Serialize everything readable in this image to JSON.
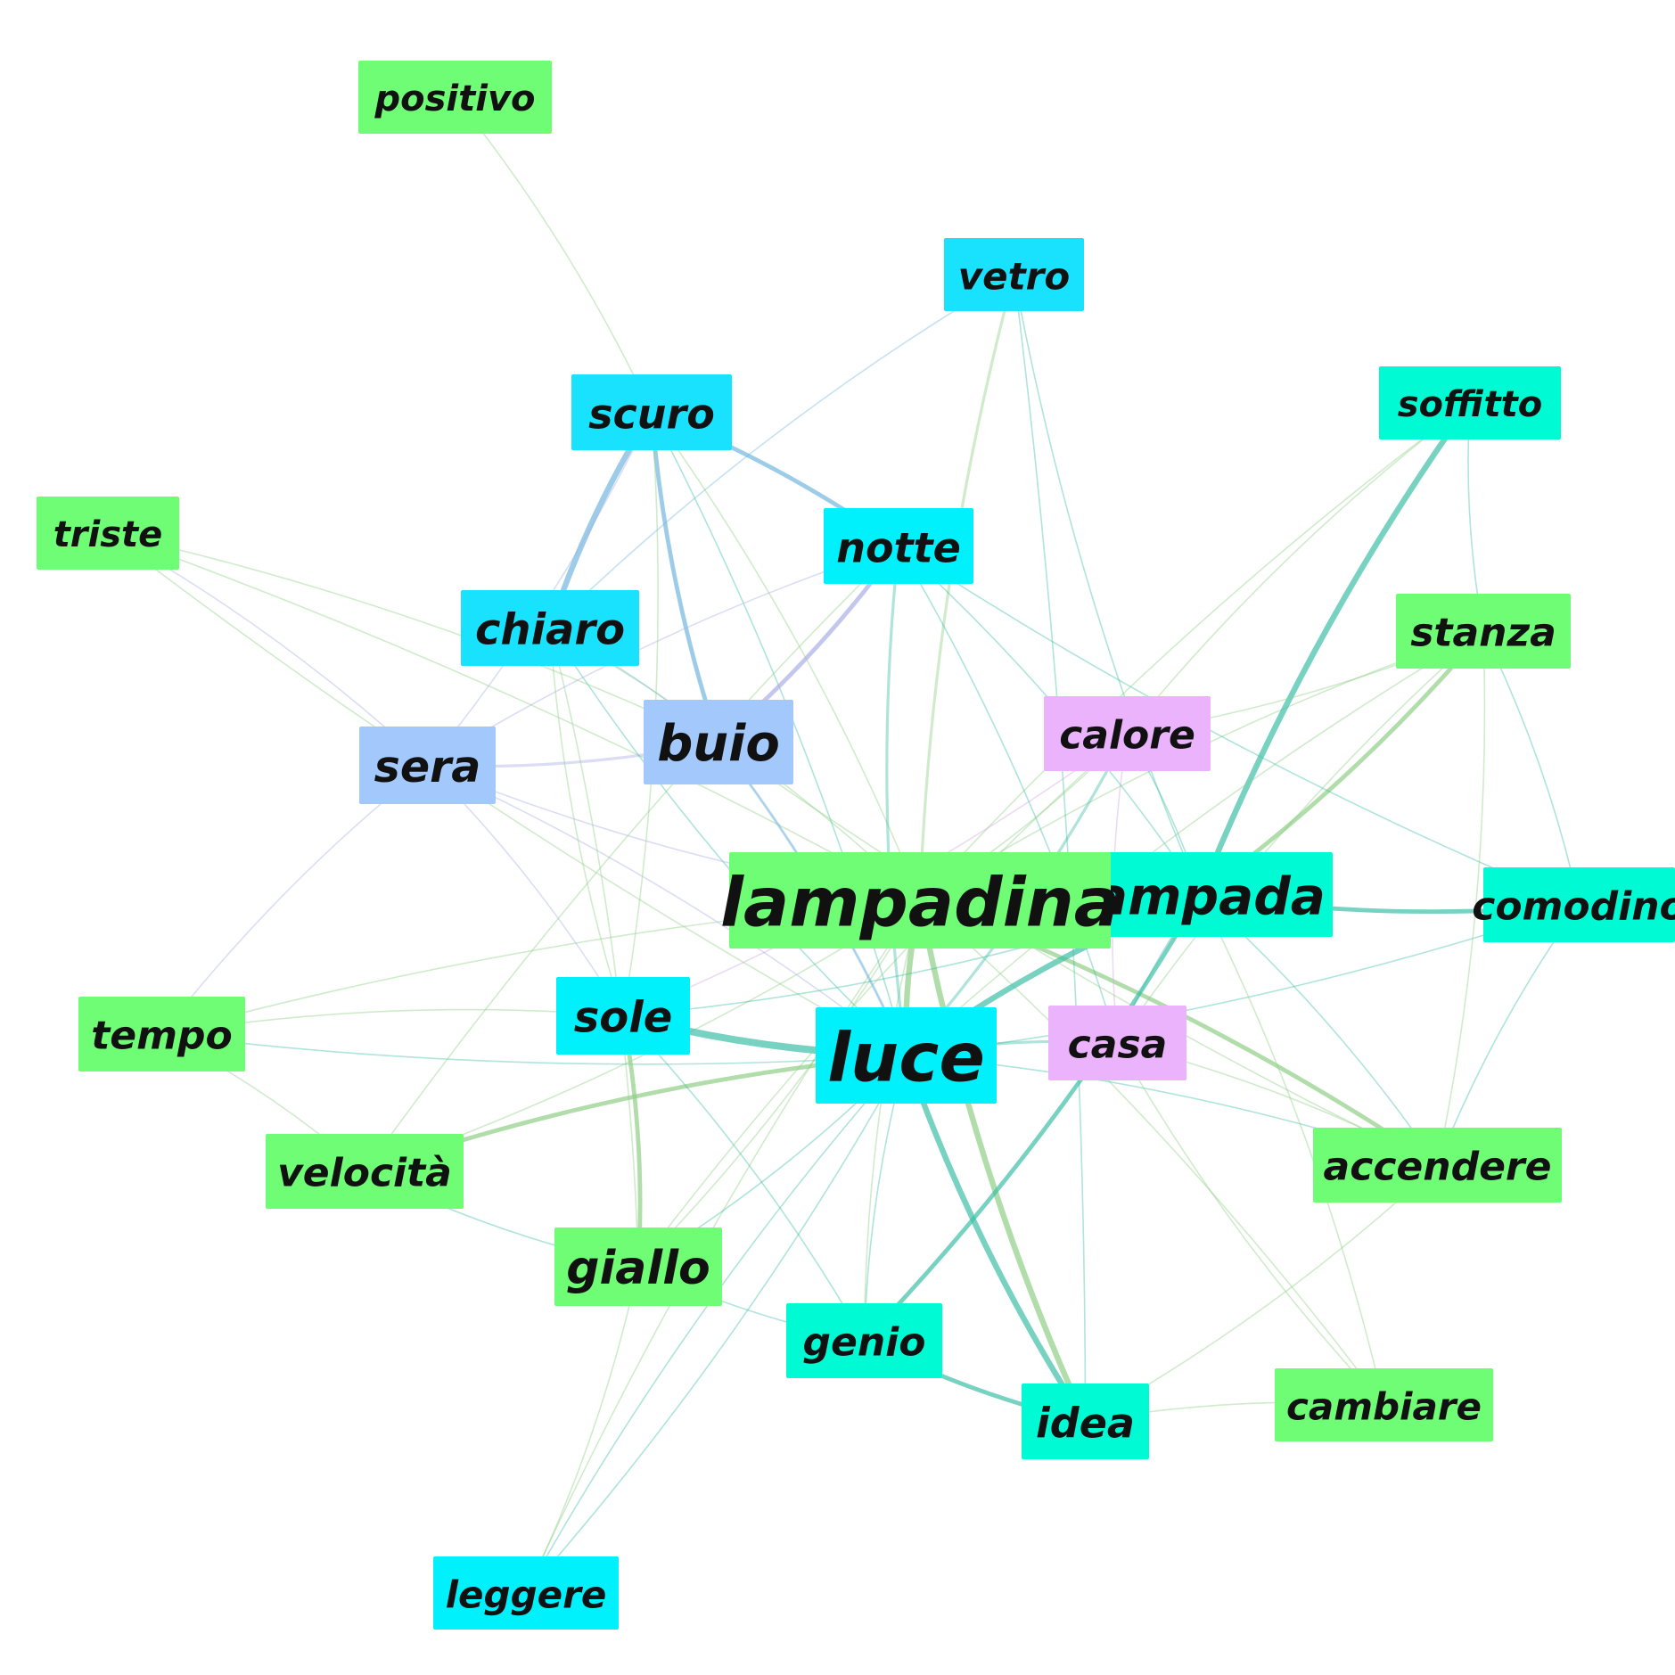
{
  "palette": {
    "green": "#6ffd76",
    "cyan": "#00f0fc",
    "sky": "#18e2fd",
    "teal": "#00fad4",
    "blue": "#a3c9fc",
    "pink": "#eab3fc",
    "edge_green": "#8fcf86",
    "edge_teal": "#3dbfa7",
    "edge_blue": "#74b7e0",
    "edge_violet": "#a9aee6",
    "edge_pink": "#cfa6df"
  },
  "nodes": [
    {
      "id": "lampadina",
      "label": "lampadina",
      "color": "green"
    },
    {
      "id": "luce",
      "label": "luce",
      "color": "cyan"
    },
    {
      "id": "lampada",
      "label": "lampada",
      "color": "teal"
    },
    {
      "id": "buio",
      "label": "buio",
      "color": "blue"
    },
    {
      "id": "sera",
      "label": "sera",
      "color": "blue"
    },
    {
      "id": "scuro",
      "label": "scuro",
      "color": "sky"
    },
    {
      "id": "chiaro",
      "label": "chiaro",
      "color": "sky"
    },
    {
      "id": "notte",
      "label": "notte",
      "color": "cyan"
    },
    {
      "id": "vetro",
      "label": "vetro",
      "color": "sky"
    },
    {
      "id": "positivo",
      "label": "positivo",
      "color": "green"
    },
    {
      "id": "triste",
      "label": "triste",
      "color": "green"
    },
    {
      "id": "soffitto",
      "label": "soffitto",
      "color": "teal"
    },
    {
      "id": "stanza",
      "label": "stanza",
      "color": "green"
    },
    {
      "id": "calore",
      "label": "calore",
      "color": "pink"
    },
    {
      "id": "casa",
      "label": "casa",
      "color": "pink"
    },
    {
      "id": "comodino",
      "label": "comodino",
      "color": "teal"
    },
    {
      "id": "tempo",
      "label": "tempo",
      "color": "green"
    },
    {
      "id": "sole",
      "label": "sole",
      "color": "cyan"
    },
    {
      "id": "velocita",
      "label": "velocità",
      "color": "green"
    },
    {
      "id": "giallo",
      "label": "giallo",
      "color": "green"
    },
    {
      "id": "genio",
      "label": "genio",
      "color": "teal"
    },
    {
      "id": "idea",
      "label": "idea",
      "color": "teal"
    },
    {
      "id": "accendere",
      "label": "accendere",
      "color": "green"
    },
    {
      "id": "cambiare",
      "label": "cambiare",
      "color": "green"
    },
    {
      "id": "leggere",
      "label": "leggere",
      "color": "cyan"
    }
  ],
  "edges": [
    {
      "source": "lampadina",
      "target": "luce",
      "weight": 4,
      "color": "edge_green"
    },
    {
      "source": "lampadina",
      "target": "lampada",
      "weight": 4,
      "color": "edge_green"
    },
    {
      "source": "lampadina",
      "target": "idea",
      "weight": 4,
      "color": "edge_green"
    },
    {
      "source": "lampadina",
      "target": "accendere",
      "weight": 3,
      "color": "edge_green"
    },
    {
      "source": "lampadina",
      "target": "scuro",
      "weight": 1,
      "color": "edge_green"
    },
    {
      "source": "lampadina",
      "target": "vetro",
      "weight": 2,
      "color": "edge_green"
    },
    {
      "source": "lampadina",
      "target": "calore",
      "weight": 1,
      "color": "edge_green"
    },
    {
      "source": "lampadina",
      "target": "stanza",
      "weight": 1,
      "color": "edge_green"
    },
    {
      "source": "lampadina",
      "target": "triste",
      "weight": 1,
      "color": "edge_green"
    },
    {
      "source": "lampadina",
      "target": "giallo",
      "weight": 1,
      "color": "edge_green"
    },
    {
      "source": "lampadina",
      "target": "genio",
      "weight": 1,
      "color": "edge_green"
    },
    {
      "source": "lampadina",
      "target": "cambiare",
      "weight": 1,
      "color": "edge_green"
    },
    {
      "source": "lampadina",
      "target": "leggere",
      "weight": 1,
      "color": "edge_green"
    },
    {
      "source": "lampadina",
      "target": "velocita",
      "weight": 1,
      "color": "edge_green"
    },
    {
      "source": "lampadina",
      "target": "tempo",
      "weight": 1,
      "color": "edge_green"
    },
    {
      "source": "lampadina",
      "target": "soffitto",
      "weight": 1,
      "color": "edge_green"
    },
    {
      "source": "lampadina",
      "target": "chiaro",
      "weight": 1,
      "color": "edge_green"
    },
    {
      "source": "luce",
      "target": "sole",
      "weight": 5,
      "color": "edge_teal"
    },
    {
      "source": "luce",
      "target": "idea",
      "weight": 4,
      "color": "edge_teal"
    },
    {
      "source": "luce",
      "target": "lampada",
      "weight": 4,
      "color": "edge_teal"
    },
    {
      "source": "luce",
      "target": "buio",
      "weight": 2,
      "color": "edge_blue"
    },
    {
      "source": "luce",
      "target": "notte",
      "weight": 2,
      "color": "edge_teal"
    },
    {
      "source": "luce",
      "target": "calore",
      "weight": 2,
      "color": "edge_teal"
    },
    {
      "source": "luce",
      "target": "casa",
      "weight": 2,
      "color": "edge_teal"
    },
    {
      "source": "luce",
      "target": "genio",
      "weight": 1,
      "color": "edge_teal"
    },
    {
      "source": "luce",
      "target": "giallo",
      "weight": 1,
      "color": "edge_teal"
    },
    {
      "source": "luce",
      "target": "velocita",
      "weight": 3,
      "color": "edge_green"
    },
    {
      "source": "luce",
      "target": "tempo",
      "weight": 1,
      "color": "edge_teal"
    },
    {
      "source": "luce",
      "target": "comodino",
      "weight": 1,
      "color": "edge_teal"
    },
    {
      "source": "luce",
      "target": "accendere",
      "weight": 1,
      "color": "edge_teal"
    },
    {
      "source": "luce",
      "target": "sera",
      "weight": 1,
      "color": "edge_violet"
    },
    {
      "source": "luce",
      "target": "chiaro",
      "weight": 1,
      "color": "edge_teal"
    },
    {
      "source": "luce",
      "target": "scuro",
      "weight": 1,
      "color": "edge_teal"
    },
    {
      "source": "luce",
      "target": "leggere",
      "weight": 1,
      "color": "edge_teal"
    },
    {
      "source": "lampada",
      "target": "comodino",
      "weight": 3,
      "color": "edge_teal"
    },
    {
      "source": "lampada",
      "target": "soffitto",
      "weight": 4,
      "color": "edge_teal"
    },
    {
      "source": "lampada",
      "target": "stanza",
      "weight": 3,
      "color": "edge_green"
    },
    {
      "source": "lampada",
      "target": "genio",
      "weight": 3,
      "color": "edge_teal"
    },
    {
      "source": "lampada",
      "target": "casa",
      "weight": 1,
      "color": "edge_teal"
    },
    {
      "source": "lampada",
      "target": "accendere",
      "weight": 1,
      "color": "edge_teal"
    },
    {
      "source": "lampada",
      "target": "notte",
      "weight": 1,
      "color": "edge_teal"
    },
    {
      "source": "lampada",
      "target": "vetro",
      "weight": 1,
      "color": "edge_teal"
    },
    {
      "source": "lampada",
      "target": "calore",
      "weight": 1,
      "color": "edge_teal"
    },
    {
      "source": "buio",
      "target": "scuro",
      "weight": 3,
      "color": "edge_blue"
    },
    {
      "source": "buio",
      "target": "notte",
      "weight": 3,
      "color": "edge_violet"
    },
    {
      "source": "buio",
      "target": "sera",
      "weight": 2,
      "color": "edge_violet"
    },
    {
      "source": "buio",
      "target": "chiaro",
      "weight": 1,
      "color": "edge_blue"
    },
    {
      "source": "buio",
      "target": "luce",
      "weight": 1,
      "color": "edge_blue"
    },
    {
      "source": "scuro",
      "target": "chiaro",
      "weight": 4,
      "color": "edge_blue"
    },
    {
      "source": "scuro",
      "target": "notte",
      "weight": 3,
      "color": "edge_blue"
    },
    {
      "source": "scuro",
      "target": "positivo",
      "weight": 1,
      "color": "edge_green"
    },
    {
      "source": "scuro",
      "target": "sera",
      "weight": 1,
      "color": "edge_violet"
    },
    {
      "source": "notte",
      "target": "sera",
      "weight": 1,
      "color": "edge_violet"
    },
    {
      "source": "notte",
      "target": "casa",
      "weight": 1,
      "color": "edge_teal"
    },
    {
      "source": "notte",
      "target": "comodino",
      "weight": 1,
      "color": "edge_teal"
    },
    {
      "source": "vetro",
      "target": "idea",
      "weight": 1,
      "color": "edge_teal"
    },
    {
      "source": "vetro",
      "target": "chiaro",
      "weight": 1,
      "color": "edge_blue"
    },
    {
      "source": "triste",
      "target": "sera",
      "weight": 1,
      "color": "edge_violet"
    },
    {
      "source": "triste",
      "target": "luce",
      "weight": 1,
      "color": "edge_green"
    },
    {
      "source": "triste",
      "target": "buio",
      "weight": 1,
      "color": "edge_green"
    },
    {
      "source": "sera",
      "target": "tempo",
      "weight": 1,
      "color": "edge_violet"
    },
    {
      "source": "sera",
      "target": "sole",
      "weight": 1,
      "color": "edge_violet"
    },
    {
      "source": "sera",
      "target": "lampadina",
      "weight": 1,
      "color": "edge_violet"
    },
    {
      "source": "calore",
      "target": "sole",
      "weight": 1,
      "color": "edge_pink"
    },
    {
      "source": "calore",
      "target": "casa",
      "weight": 1,
      "color": "edge_pink"
    },
    {
      "source": "calore",
      "target": "soffitto",
      "weight": 1,
      "color": "edge_green"
    },
    {
      "source": "calore",
      "target": "stanza",
      "weight": 1,
      "color": "edge_green"
    },
    {
      "source": "casa",
      "target": "stanza",
      "weight": 1,
      "color": "edge_green"
    },
    {
      "source": "casa",
      "target": "cambiare",
      "weight": 1,
      "color": "edge_green"
    },
    {
      "source": "casa",
      "target": "accendere",
      "weight": 1,
      "color": "edge_green"
    },
    {
      "source": "soffitto",
      "target": "stanza",
      "weight": 1,
      "color": "edge_teal"
    },
    {
      "source": "stanza",
      "target": "comodino",
      "weight": 1,
      "color": "edge_teal"
    },
    {
      "source": "stanza",
      "target": "luce",
      "weight": 1,
      "color": "edge_green"
    },
    {
      "source": "sole",
      "target": "giallo",
      "weight": 3,
      "color": "edge_green"
    },
    {
      "source": "sole",
      "target": "tempo",
      "weight": 1,
      "color": "edge_green"
    },
    {
      "source": "sole",
      "target": "genio",
      "weight": 1,
      "color": "edge_teal"
    },
    {
      "source": "sole",
      "target": "lampada",
      "weight": 1,
      "color": "edge_teal"
    },
    {
      "source": "sole",
      "target": "chiaro",
      "weight": 1,
      "color": "edge_green"
    },
    {
      "source": "sole",
      "target": "scuro",
      "weight": 1,
      "color": "edge_green"
    },
    {
      "source": "tempo",
      "target": "velocita",
      "weight": 1,
      "color": "edge_green"
    },
    {
      "source": "velocita",
      "target": "giallo",
      "weight": 1,
      "color": "edge_teal"
    },
    {
      "source": "velocita",
      "target": "notte",
      "weight": 1,
      "color": "edge_green"
    },
    {
      "source": "giallo",
      "target": "genio",
      "weight": 1,
      "color": "edge_teal"
    },
    {
      "source": "giallo",
      "target": "leggere",
      "weight": 1,
      "color": "edge_green"
    },
    {
      "source": "giallo",
      "target": "chiaro",
      "weight": 1,
      "color": "edge_green"
    },
    {
      "source": "giallo",
      "target": "calore",
      "weight": 1,
      "color": "edge_green"
    },
    {
      "source": "genio",
      "target": "idea",
      "weight": 3,
      "color": "edge_teal"
    },
    {
      "source": "idea",
      "target": "cambiare",
      "weight": 1,
      "color": "edge_green"
    },
    {
      "source": "idea",
      "target": "accendere",
      "weight": 1,
      "color": "edge_green"
    },
    {
      "source": "accendere",
      "target": "comodino",
      "weight": 1,
      "color": "edge_teal"
    },
    {
      "source": "accendere",
      "target": "stanza",
      "weight": 1,
      "color": "edge_green"
    },
    {
      "source": "accendere",
      "target": "buio",
      "weight": 1,
      "color": "edge_green"
    },
    {
      "source": "cambiare",
      "target": "lampada",
      "weight": 1,
      "color": "edge_green"
    },
    {
      "source": "leggere",
      "target": "luce",
      "weight": 1,
      "color": "edge_teal"
    }
  ]
}
